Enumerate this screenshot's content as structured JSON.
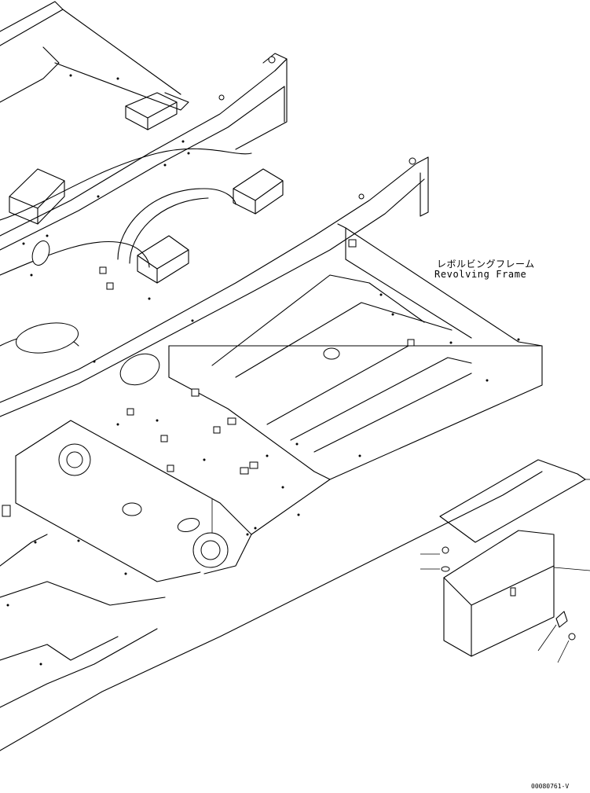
{
  "part_label": {
    "japanese": "レボルビングフレーム",
    "english": "Revolving Frame"
  },
  "drawing_code": "00080761-V"
}
